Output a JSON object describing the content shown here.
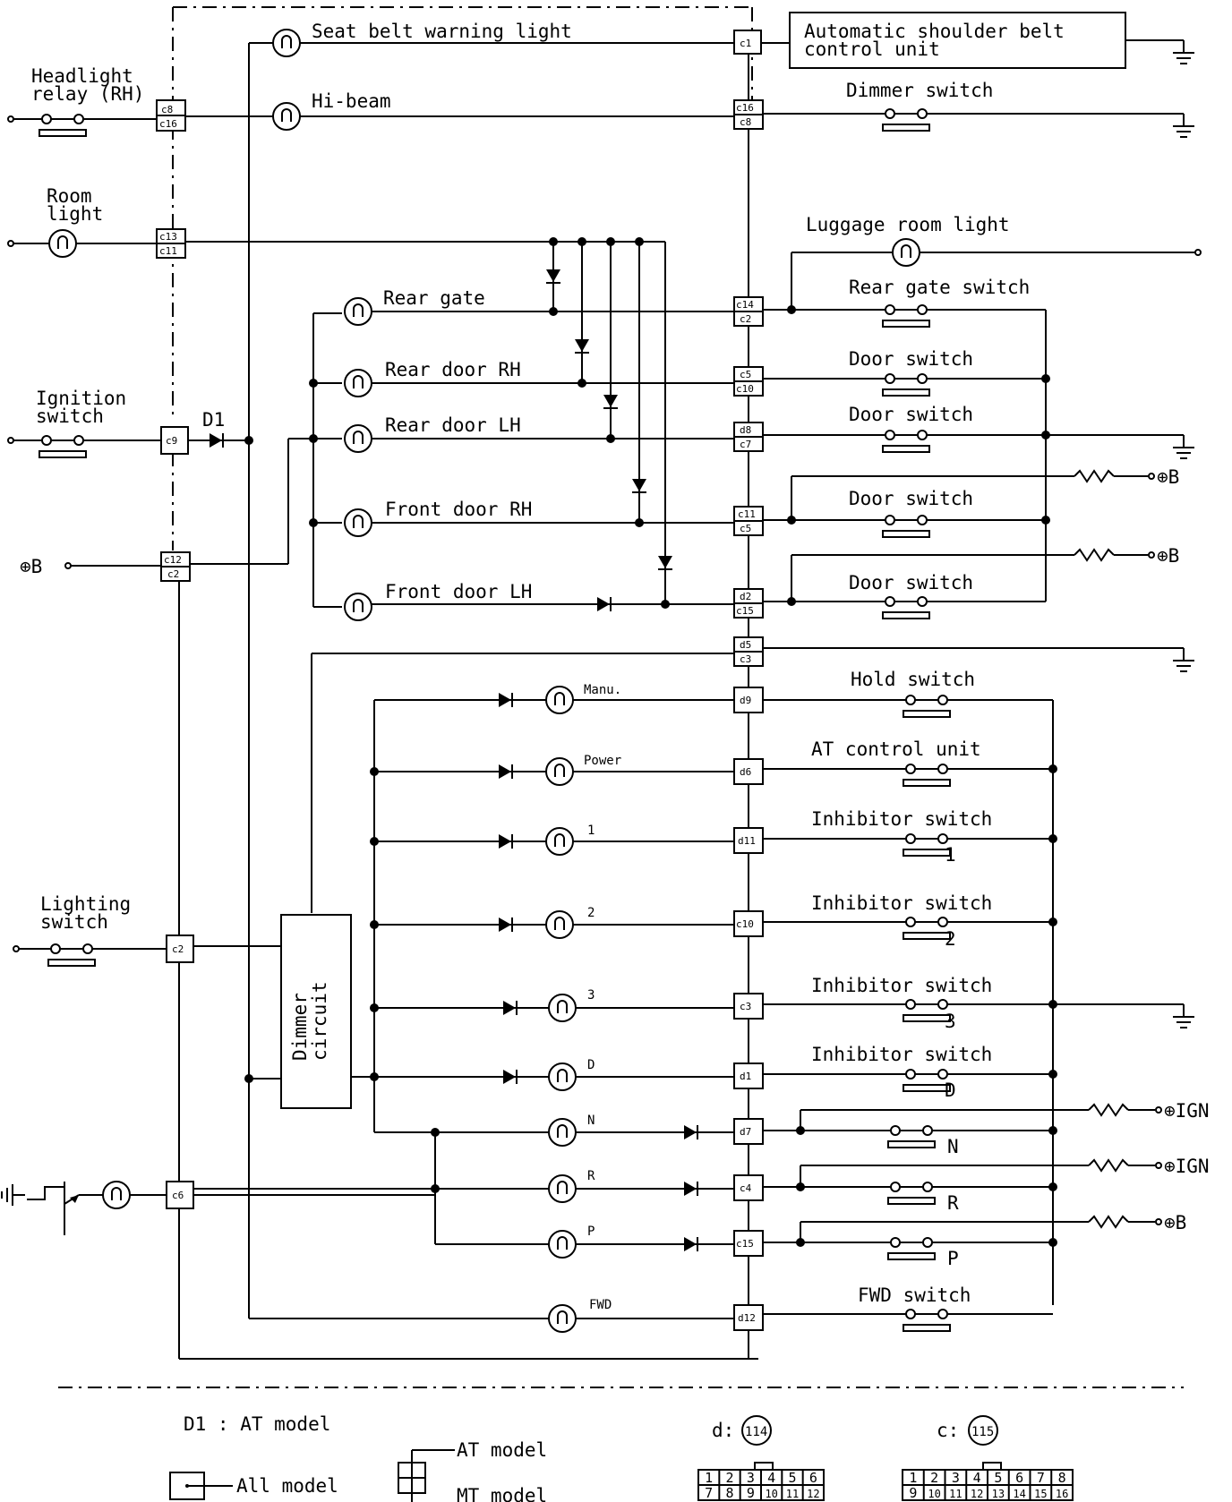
{
  "labels": {
    "seat_belt": "Seat belt warning light",
    "auto_unit_1": "Automatic shoulder belt",
    "auto_unit_2": "control unit",
    "headlight_1": "Headlight",
    "headlight_2": "relay (RH)",
    "hibeam": "Hi-beam",
    "dimmer_switch": "Dimmer switch",
    "room_1": "Room",
    "room_2": "light",
    "luggage": "Luggage room light",
    "rear_gate": "Rear gate",
    "rear_gate_switch": "Rear gate switch",
    "rear_door_rh": "Rear door RH",
    "rear_door_lh": "Rear door LH",
    "front_door_rh": "Front door RH",
    "front_door_lh": "Front door LH",
    "door_switch": "Door switch",
    "ignition_1": "Ignition",
    "ignition_2": "switch",
    "d1": "D1",
    "plus_b": "⊕B",
    "plus_ign": "⊕IGN",
    "hold_switch": "Hold switch",
    "at_control": "AT control unit",
    "inhibitor": "Inhibitor switch",
    "fwd_switch": "FWD switch",
    "lighting_1": "Lighting",
    "lighting_2": "switch",
    "dimmer_circuit_1": "Dimmer",
    "dimmer_circuit_2": "circuit",
    "ind_manu": "Manu.",
    "ind_power": "Power",
    "ind_1": "1",
    "ind_2": "2",
    "ind_3": "3",
    "ind_d": "D",
    "ind_n": "N",
    "ind_r": "R",
    "ind_p": "P",
    "ind_fwd": "FWD"
  },
  "connectors": {
    "c8": "c8",
    "c16": "c16",
    "c13": "c13",
    "c11": "c11",
    "c9": "c9",
    "c12": "c12",
    "c2": "c2",
    "c6": "c6",
    "c1": "c1",
    "c14": "c14",
    "c5": "c5",
    "c10": "c10",
    "d8": "d8",
    "c7": "c7",
    "d2": "d2",
    "c15": "c15",
    "d5": "d5",
    "c3": "c3",
    "d9": "d9",
    "d6": "d6",
    "d11": "d11",
    "d1": "d1",
    "d7": "d7",
    "c4": "c4",
    "d12": "d12"
  },
  "legend": {
    "d1_note": "D1 : AT model",
    "all_model": "All model",
    "at_model": "AT model",
    "mt_model": "MT model",
    "d_conn": "d:",
    "d_conn_num": "114",
    "c_conn": "c:",
    "c_conn_num": "115",
    "d_pins_top": [
      "1",
      "2",
      "3",
      "4",
      "5",
      "6"
    ],
    "d_pins_bottom": [
      "7",
      "8",
      "9",
      "10",
      "11",
      "12"
    ],
    "c_pins_top": [
      "1",
      "2",
      "3",
      "4",
      "5",
      "6",
      "7",
      "8"
    ],
    "c_pins_bottom": [
      "9",
      "10",
      "11",
      "12",
      "13",
      "14",
      "15",
      "16"
    ]
  }
}
